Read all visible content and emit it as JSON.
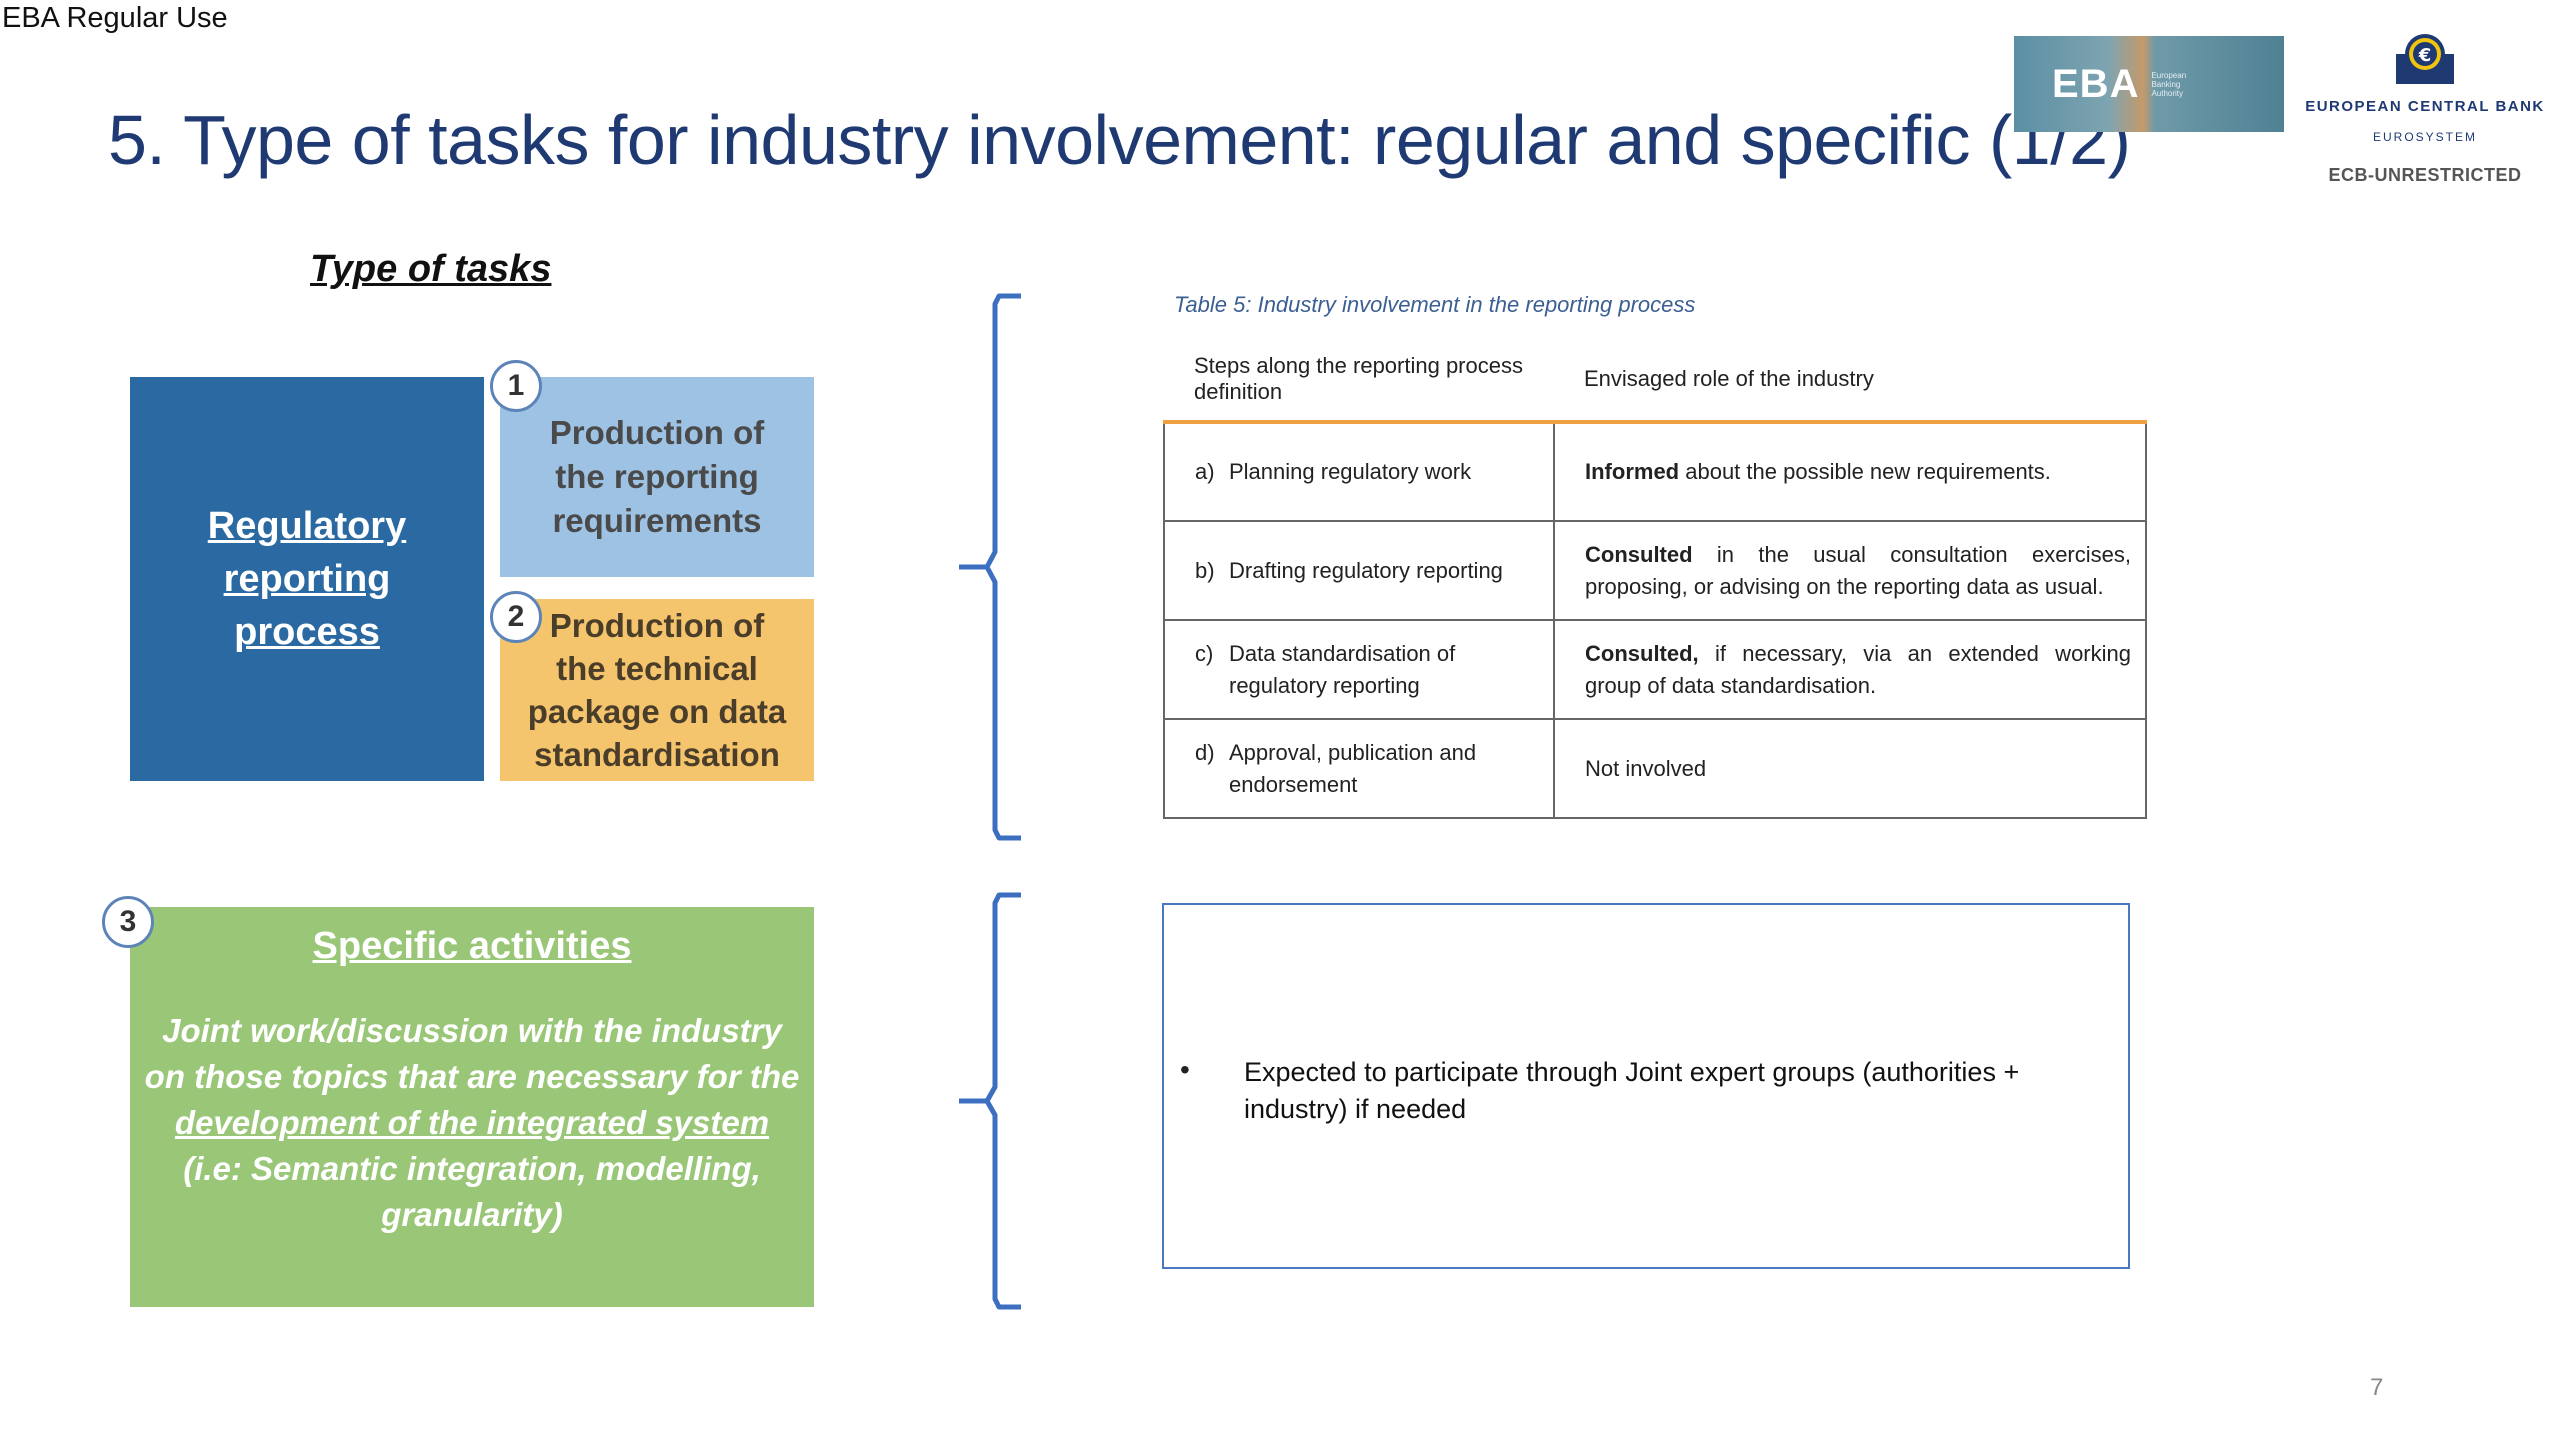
{
  "classification": "EBA Regular Use",
  "title": "5. Type of tasks for industry involvement: regular and specific (1/2)",
  "logos": {
    "eba_word": "EBA",
    "eba_sub": "European Banking Authority",
    "ecb_name": "EUROPEAN CENTRAL BANK",
    "ecb_system": "EUROSYSTEM",
    "ecb_marking": "ECB-UNRESTRICTED"
  },
  "type_heading": "Type of  tasks",
  "regular": {
    "main_box": "Regulatory reporting process",
    "badge_1": "1",
    "task_1": "Production of the reporting requirements",
    "badge_2": "2",
    "task_2": "Production of the technical package on data standardisation"
  },
  "specific": {
    "badge_3": "3",
    "title": "Specific activities",
    "body_part1": "Joint work/discussion  with the industry on those topics that are necessary for the ",
    "body_link": "development of the integrated system ",
    "body_part2": "(i.e: Semantic integration, modelling, granularity)"
  },
  "table": {
    "caption": "Table 5: Industry involvement in the reporting process",
    "headers": [
      "Steps along the reporting process definition",
      "Envisaged role of the industry"
    ],
    "rows": [
      {
        "letter": "a)",
        "step": "Planning regulatory work",
        "role_bold": "Informed",
        "role_rest": " about the possible new requirements."
      },
      {
        "letter": "b)",
        "step": "Drafting regulatory reporting",
        "role_bold": "Consulted",
        "role_rest": " in the usual consultation exercises, proposing, or advising on the reporting data as usual."
      },
      {
        "letter": "c)",
        "step": "Data standardisation of regulatory reporting",
        "role_bold": "Consulted,",
        "role_rest": " if necessary, via an extended working group of data standardisation."
      },
      {
        "letter": "d)",
        "step": "Approval, publication and endorsement",
        "role_bold": "",
        "role_rest": "Not involved"
      }
    ]
  },
  "bullet": {
    "marker": "•",
    "text": "Expected to participate through Joint expert groups (authorities + industry) if needed"
  },
  "page_number": "7",
  "colors": {
    "title": "#1f3a73",
    "regulatory_box": "#2a69a1",
    "task_1_box": "#9dc2e4",
    "task_2_box": "#f4c56d",
    "specific_box": "#9ac777",
    "brace": "#3d6fc0",
    "table_header_rule": "#f0a040"
  }
}
